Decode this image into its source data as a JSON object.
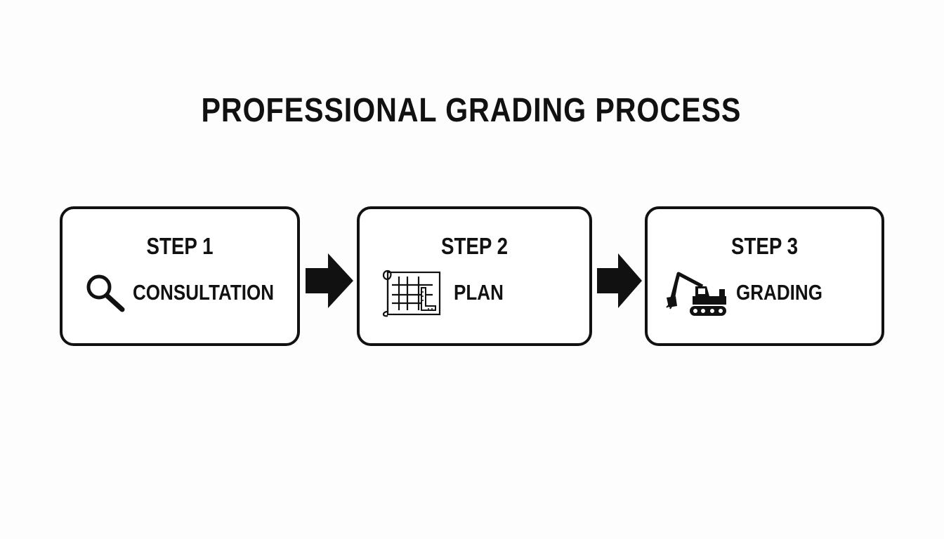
{
  "title": "PROFESSIONAL GRADING PROCESS",
  "steps": [
    {
      "label": "STEP 1",
      "name": "CONSULTATION",
      "icon": "magnifying-glass-icon"
    },
    {
      "label": "STEP 2",
      "name": "PLAN",
      "icon": "blueprint-icon"
    },
    {
      "label": "STEP 3",
      "name": "GRADING",
      "icon": "excavator-icon"
    }
  ],
  "connector_icon": "right-arrow-icon",
  "colors": {
    "ink": "#111111",
    "background": "#fdfdfd"
  }
}
